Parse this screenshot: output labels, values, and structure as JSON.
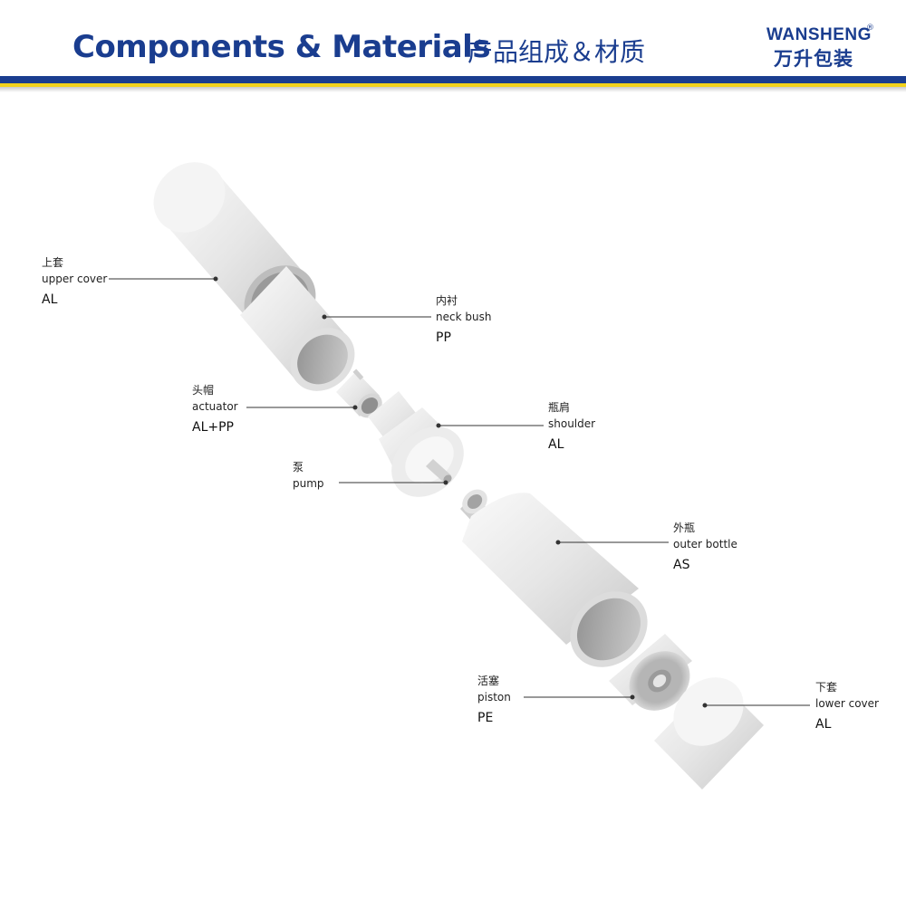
{
  "header": {
    "title_en": "Components & Materials",
    "title_cn": "产品组成＆材质",
    "logo_en": "WANSHENG",
    "logo_reg": "®",
    "logo_cn": "万升包装",
    "colors": {
      "brand_blue": "#1a3d8f",
      "accent_yellow": "#f2d21b"
    }
  },
  "components": [
    {
      "id": "upper-cover",
      "cn": "上套",
      "en": "upper cover",
      "material": "AL"
    },
    {
      "id": "neck-bush",
      "cn": "内衬",
      "en": "neck bush",
      "material": "PP"
    },
    {
      "id": "actuator",
      "cn": "头帽",
      "en": "actuator",
      "material": "AL+PP"
    },
    {
      "id": "shoulder",
      "cn": "瓶肩",
      "en": "shoulder",
      "material": "AL"
    },
    {
      "id": "pump",
      "cn": "泵",
      "en": "pump",
      "material": ""
    },
    {
      "id": "outer-bottle",
      "cn": "外瓶",
      "en": "outer bottle",
      "material": "AS"
    },
    {
      "id": "piston",
      "cn": "活塞",
      "en": "piston",
      "material": "PE"
    },
    {
      "id": "lower-cover",
      "cn": "下套",
      "en": "lower cover",
      "material": "AL"
    }
  ]
}
